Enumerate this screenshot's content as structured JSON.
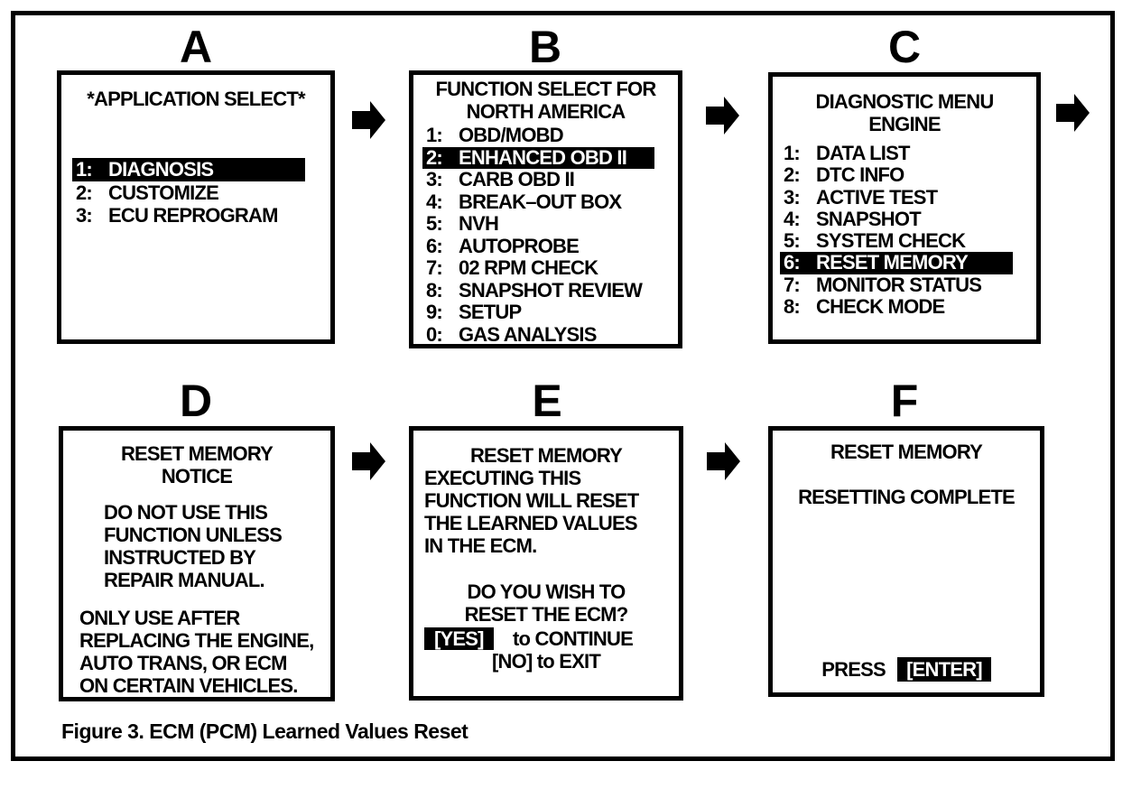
{
  "figure": {
    "caption": "Figure 3. ECM (PCM) Learned Values Reset"
  },
  "colors": {
    "foreground": "#000000",
    "background": "#ffffff",
    "highlight_bg": "#000000",
    "highlight_text": "#ffffff"
  },
  "panels": [
    {
      "letter": "A",
      "title_lines": [
        "*APPLICATION SELECT*"
      ],
      "items": [
        {
          "num": "1:",
          "label": "DIAGNOSIS",
          "highlighted": true
        },
        {
          "num": "2:",
          "label": "CUSTOMIZE",
          "highlighted": false
        },
        {
          "num": "3:",
          "label": "ECU REPROGRAM",
          "highlighted": false
        }
      ]
    },
    {
      "letter": "B",
      "title_lines": [
        "FUNCTION SELECT FOR",
        "NORTH AMERICA"
      ],
      "items": [
        {
          "num": "1:",
          "label": "OBD/MOBD",
          "highlighted": false
        },
        {
          "num": "2:",
          "label": "ENHANCED OBD II",
          "highlighted": true
        },
        {
          "num": "3:",
          "label": "CARB OBD II",
          "highlighted": false
        },
        {
          "num": "4:",
          "label": "BREAK–OUT BOX",
          "highlighted": false
        },
        {
          "num": "5:",
          "label": "NVH",
          "highlighted": false
        },
        {
          "num": "6:",
          "label": "AUTOPROBE",
          "highlighted": false
        },
        {
          "num": "7:",
          "label": "02 RPM CHECK",
          "highlighted": false
        },
        {
          "num": "8:",
          "label": "SNAPSHOT REVIEW",
          "highlighted": false
        },
        {
          "num": "9:",
          "label": "SETUP",
          "highlighted": false
        },
        {
          "num": "0:",
          "label": "GAS ANALYSIS",
          "highlighted": false
        }
      ]
    },
    {
      "letter": "C",
      "title_lines": [
        "DIAGNOSTIC MENU",
        "ENGINE"
      ],
      "items": [
        {
          "num": "1:",
          "label": "DATA LIST",
          "highlighted": false
        },
        {
          "num": "2:",
          "label": "DTC INFO",
          "highlighted": false
        },
        {
          "num": "3:",
          "label": "ACTIVE TEST",
          "highlighted": false
        },
        {
          "num": "4:",
          "label": "SNAPSHOT",
          "highlighted": false
        },
        {
          "num": "5:",
          "label": "SYSTEM CHECK",
          "highlighted": false
        },
        {
          "num": "6:",
          "label": "RESET MEMORY",
          "highlighted": true
        },
        {
          "num": "7:",
          "label": "MONITOR STATUS",
          "highlighted": false
        },
        {
          "num": "8:",
          "label": "CHECK MODE",
          "highlighted": false
        }
      ]
    },
    {
      "letter": "D",
      "title_lines": [
        "RESET MEMORY",
        "NOTICE"
      ],
      "warning_lines": [
        "DO NOT USE THIS",
        "FUNCTION UNLESS",
        "INSTRUCTED BY",
        "REPAIR MANUAL."
      ],
      "usage_lines": [
        "ONLY USE AFTER",
        "REPLACING THE ENGINE,",
        "AUTO TRANS, OR ECM",
        "ON CERTAIN VEHICLES."
      ]
    },
    {
      "letter": "E",
      "title_lines": [
        "RESET MEMORY"
      ],
      "body_lines": [
        "EXECUTING THIS",
        "FUNCTION WILL RESET",
        "THE LEARNED VALUES",
        "IN THE ECM."
      ],
      "question_lines": [
        "DO YOU WISH TO",
        "RESET THE ECM?"
      ],
      "yes_key": "[YES]",
      "yes_action": "to CONTINUE",
      "no_line": "[NO] to EXIT"
    },
    {
      "letter": "F",
      "title_lines": [
        "RESET MEMORY"
      ],
      "status": "RESETTING COMPLETE",
      "press_label": "PRESS",
      "enter_key": "[ENTER]"
    }
  ]
}
